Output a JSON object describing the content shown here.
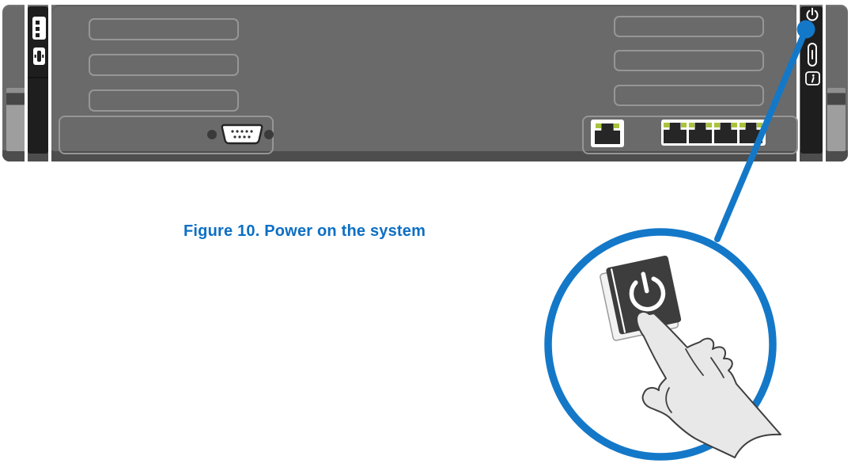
{
  "figure": {
    "caption": "Figure 10. Power on the system"
  },
  "palette": {
    "accent_blue": "#1478c8",
    "caption_blue": "#0c6fc4",
    "chassis_gray": "#6a6a6a",
    "chassis_bottom_gray": "#4d4d4d",
    "control_panel_dark": "#1e1e1e",
    "bay_outline_gray": "#969696",
    "nic_led_green": "#a9c33c",
    "power_button_dark": "#3d3d3d",
    "hand_gray": "#e8e8e8"
  },
  "server_front": {
    "left_control_panel": {
      "icons": [
        "drive-indicator-icon",
        "usb-port-icon"
      ]
    },
    "right_control_panel": {
      "icons": [
        "power-button-icon",
        "usb-type-c-port-icon",
        "information-tag-icon"
      ]
    },
    "drive_bay_count_left": 3,
    "drive_bay_count_right": 3,
    "serial_port_pin_count": 9,
    "nic_single_port_count": 1,
    "nic_quad_port_count": 4
  },
  "callout": {
    "subject": "power button",
    "power_symbol_unicode": "⏻"
  }
}
